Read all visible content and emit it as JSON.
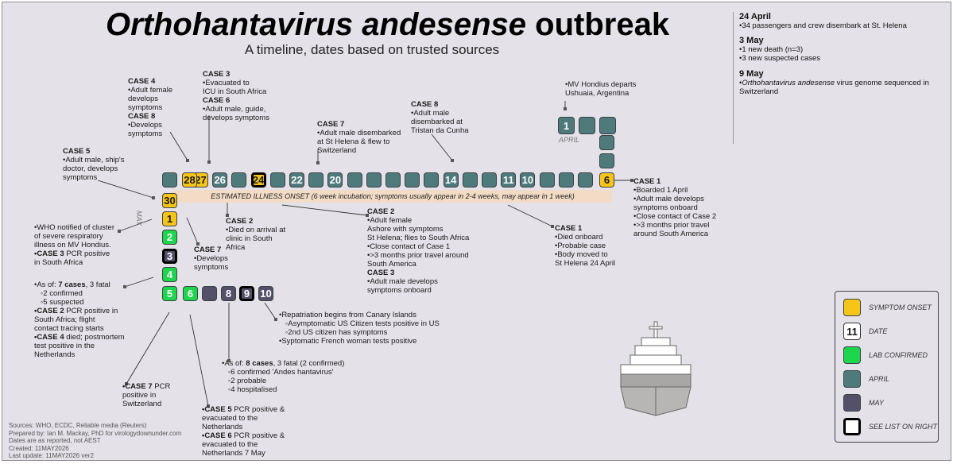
{
  "title": {
    "italic_part": "Orthohantavirus andesense",
    "plain_part": " outbreak"
  },
  "subtitle": "A timeline, dates based on trusted sources",
  "colors": {
    "background": "#e4e2e8",
    "april": "#4e7a7c",
    "may": "#55506a",
    "symptom_onset": "#f6c518",
    "lab_confirmed": "#1ed64e",
    "incubation_band": "#f3dcc6"
  },
  "timeline": {
    "april_label": "APRIL",
    "may_label": "MAY",
    "incubation_band": "ESTIMATED ILLNESS ONSET (6 week incubation; symptoms usually appear in 2-4 weeks, may appear in 1 week)",
    "days": [
      {
        "label": "1",
        "month": "april",
        "type": "date"
      },
      {
        "label": "",
        "month": "april",
        "type": "date"
      },
      {
        "label": "",
        "month": "april",
        "type": "date"
      },
      {
        "label": "",
        "month": "april",
        "type": "date"
      },
      {
        "label": "",
        "month": "april",
        "type": "date"
      },
      {
        "label": "6",
        "month": "april",
        "type": "onset"
      },
      {
        "label": "",
        "month": "april",
        "type": "date"
      },
      {
        "label": "",
        "month": "april",
        "type": "date"
      },
      {
        "label": "",
        "month": "april",
        "type": "date"
      },
      {
        "label": "10",
        "month": "april",
        "type": "date"
      },
      {
        "label": "11",
        "month": "april",
        "type": "date"
      },
      {
        "label": "",
        "month": "april",
        "type": "date"
      },
      {
        "label": "",
        "month": "april",
        "type": "date"
      },
      {
        "label": "14",
        "month": "april",
        "type": "date"
      },
      {
        "label": "",
        "month": "april",
        "type": "date"
      },
      {
        "label": "",
        "month": "april",
        "type": "date"
      },
      {
        "label": "",
        "month": "april",
        "type": "date"
      },
      {
        "label": "",
        "month": "april",
        "type": "date"
      },
      {
        "label": "",
        "month": "april",
        "type": "date"
      },
      {
        "label": "20",
        "month": "april",
        "type": "date"
      },
      {
        "label": "",
        "month": "april",
        "type": "date"
      },
      {
        "label": "22",
        "month": "april",
        "type": "date"
      },
      {
        "label": "",
        "month": "april",
        "type": "date"
      },
      {
        "label": "24",
        "month": "april",
        "type": "onset",
        "list": true
      },
      {
        "label": "",
        "month": "april",
        "type": "date"
      },
      {
        "label": "26",
        "month": "april",
        "type": "date"
      },
      {
        "label": "27",
        "month": "april",
        "type": "onset"
      },
      {
        "label": "28",
        "month": "april",
        "type": "onset"
      },
      {
        "label": "",
        "month": "april",
        "type": "date"
      },
      {
        "label": "30",
        "month": "april",
        "type": "onset"
      },
      {
        "label": "1",
        "month": "may",
        "type": "onset"
      },
      {
        "label": "2",
        "month": "may",
        "type": "lab"
      },
      {
        "label": "3",
        "month": "may",
        "type": "date",
        "list": true
      },
      {
        "label": "4",
        "month": "may",
        "type": "lab"
      },
      {
        "label": "5",
        "month": "may",
        "type": "lab"
      },
      {
        "label": "6",
        "month": "may",
        "type": "lab"
      },
      {
        "label": "",
        "month": "may",
        "type": "date"
      },
      {
        "label": "8",
        "month": "may",
        "type": "date"
      },
      {
        "label": "9",
        "month": "may",
        "type": "date",
        "list": true
      },
      {
        "label": "10",
        "month": "may",
        "type": "date"
      }
    ]
  },
  "annotations": [
    {
      "id": "n1",
      "lines": [
        "•MV Hondius departs",
        "Ushuaia, Argentina"
      ]
    },
    {
      "id": "n2",
      "lines": [
        {
          "t": "CASE 8",
          "b": true
        },
        "•Adult male",
        "disembarked at",
        "Tristan da Cunha"
      ]
    },
    {
      "id": "n3",
      "lines": [
        {
          "t": "CASE 7",
          "b": true
        },
        "•Adult male disembarked",
        "at St Helena & flew to",
        "Switzerland"
      ]
    },
    {
      "id": "n4",
      "lines": [
        {
          "t": "CASE 3",
          "b": true
        },
        "•Evacuated to",
        "ICU in South Africa",
        {
          "t": "CASE 6",
          "b": true
        },
        "•Adult male, guide,",
        "develops symptoms"
      ]
    },
    {
      "id": "n5",
      "lines": [
        {
          "t": "CASE 4",
          "b": true
        },
        "•Adult female",
        "develops",
        "symptoms",
        {
          "t": "CASE 8",
          "b": true
        },
        "•Develops",
        "symptoms"
      ]
    },
    {
      "id": "n6",
      "lines": [
        {
          "t": "CASE 5",
          "b": true
        },
        "•Adult male, ship's",
        "doctor, develops",
        "symptoms"
      ]
    },
    {
      "id": "n7",
      "lines": [
        {
          "t": "CASE 1",
          "b": true
        },
        "•Boarded 1 April",
        "•Adult male develops",
        "symptoms onboard",
        "•Close contact of Case 2",
        "•>3 months prior travel",
        "around South America"
      ]
    },
    {
      "id": "n8",
      "lines": [
        {
          "t": "CASE 2",
          "b": true
        },
        "•Died on arrival at",
        "clinic in South",
        "Africa"
      ]
    },
    {
      "id": "n9",
      "lines": [
        {
          "t": "CASE 2",
          "b": true
        },
        "•Adult female",
        "Ashore with symptoms",
        "St Helena; flies to South Africa",
        "•Close contact of Case 1",
        "•>3 months prior travel around",
        "South America",
        {
          "t": "CASE 3",
          "b": true
        },
        "•Adult male develops",
        "symptoms onboard"
      ]
    },
    {
      "id": "n10",
      "lines": [
        {
          "t": "CASE 1",
          "b": true
        },
        "•Died onboard",
        "•Probable case",
        "•Body moved to",
        "St Helena 24 April"
      ]
    },
    {
      "id": "n11",
      "lines": [
        "•WHO notified of cluster",
        "of severe respiratory",
        "illness on MV Hondius.",
        [
          {
            "t": "•CASE 3",
            "b": true
          },
          {
            "t": " PCR positive"
          }
        ],
        "in South Africa"
      ]
    },
    {
      "id": "n12",
      "lines": [
        {
          "t": "CASE 7",
          "b": true
        },
        "•Develops",
        "symptoms"
      ]
    },
    {
      "id": "n13",
      "lines": [
        [
          {
            "t": "•As of: "
          },
          {
            "t": "7 cases",
            "b": true
          },
          {
            "t": ", 3 fatal"
          }
        ],
        "   ◦2 confirmed",
        "   ◦5 suspected",
        [
          {
            "t": "•CASE 2",
            "b": true
          },
          {
            "t": " PCR positive in"
          }
        ],
        "South Africa; flight",
        "contact tracing starts",
        [
          {
            "t": "•CASE 4",
            "b": true
          },
          {
            "t": " died; postmortem"
          }
        ],
        "test positive in the",
        "Netherlands"
      ]
    },
    {
      "id": "n14",
      "lines": [
        "•Repatriation begins from Canary Islands",
        "   ◦Asymptomatic US Citizen tests positive in US",
        "   ◦2nd US citizen has symptoms",
        "•Syptomatic French woman tests positive"
      ]
    },
    {
      "id": "n15",
      "lines": [
        [
          {
            "t": "•As of: "
          },
          {
            "t": "8 cases",
            "b": true
          },
          {
            "t": ", 3 fatal (2 confirmed)"
          }
        ],
        "   ◦6 confirmed 'Andes hantavirus'",
        "   ◦2 probable",
        "   ◦4 hospitalised"
      ]
    },
    {
      "id": "n16",
      "lines": [
        [
          {
            "t": "•CASE 7",
            "b": true
          },
          {
            "t": " PCR"
          }
        ],
        "positive in",
        "Switzerland"
      ]
    },
    {
      "id": "n17",
      "lines": [
        [
          {
            "t": "•CASE 5",
            "b": true
          },
          {
            "t": " PCR positive &"
          }
        ],
        "evacuated to the",
        "Netherlands",
        [
          {
            "t": "•CASE 6",
            "b": true
          },
          {
            "t": " PCR positive &"
          }
        ],
        "evacuated to the",
        "Netherlands 7 May"
      ]
    }
  ],
  "sidebar": [
    {
      "date": "24 April",
      "items": [
        [
          {
            "t": "•34 passengers and crew disembark at St. Helena"
          }
        ]
      ]
    },
    {
      "date": "3 May",
      "items": [
        [
          {
            "t": "•1 new death (n=3)"
          }
        ],
        [
          {
            "t": "•3 new suspected cases"
          }
        ]
      ]
    },
    {
      "date": "9 May",
      "items": [
        [
          {
            "t": "•"
          },
          {
            "t": "Orthohantavirus andesense",
            "i": true
          },
          {
            "t": " virus genome sequenced in"
          }
        ],
        [
          {
            "t": "Switzerland"
          }
        ]
      ]
    }
  ],
  "legend": [
    {
      "key": "onset",
      "label": "SYMPTOM ONSET",
      "sample": ""
    },
    {
      "key": "date",
      "label": "DATE",
      "sample": "11"
    },
    {
      "key": "lab",
      "label": "LAB CONFIRMED",
      "sample": ""
    },
    {
      "key": "april",
      "label": "APRIL",
      "sample": ""
    },
    {
      "key": "may",
      "label": "MAY",
      "sample": ""
    },
    {
      "key": "list",
      "label": "SEE LIST ON RIGHT",
      "sample": ""
    }
  ],
  "sources": [
    "Sources: WHO, ECDC, Reliable media (Reuters)",
    "Prepared by: Ian M. Mackay, PhD for virologydownunder.com",
    "Dates are as reported, not AEST",
    "Created: 11MAY2026",
    "Last update: 11MAY2026 ver2"
  ]
}
